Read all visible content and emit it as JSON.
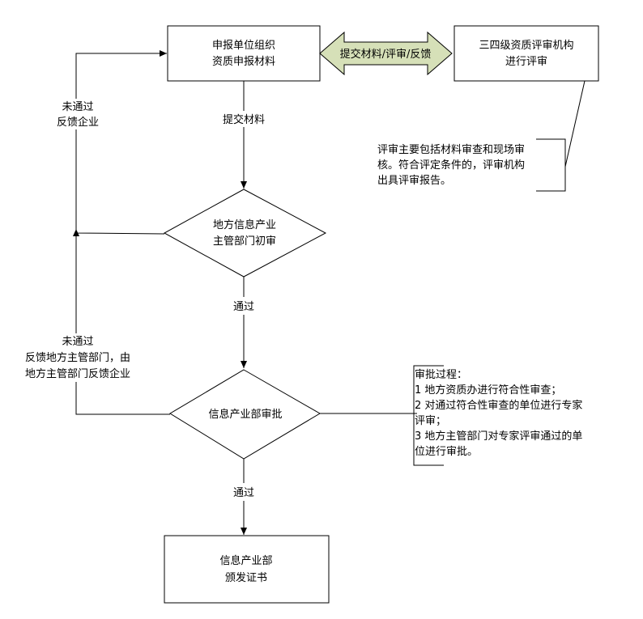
{
  "nodes": {
    "apply_box": {
      "lines": [
        "申报单位组织",
        "资质申报材料"
      ]
    },
    "review_box": {
      "lines": [
        "三四级资质评审机构",
        "进行评审"
      ]
    },
    "exchange_arrow": {
      "label": "提交材料/评审/反馈"
    },
    "local_review": {
      "lines": [
        "地方信息产业",
        "主管部门初审"
      ]
    },
    "ministry_approval": {
      "lines": [
        "信息产业部审批"
      ]
    },
    "certificate_box": {
      "lines": [
        "信息产业部",
        "颁发证书"
      ]
    }
  },
  "edge_labels": {
    "submit": "提交材料",
    "pass1": "通过",
    "pass2": "通过",
    "fail1": [
      "未通过",
      "反馈企业"
    ],
    "fail2": [
      "未通过",
      "反馈地方主管部门，由",
      "地方主管部门反馈企业"
    ]
  },
  "notes": {
    "review_note": [
      "评审主要包括材料审查和现场审",
      "核。符合评定条件的，评审机构",
      "出具评审报告。"
    ],
    "approval_note": [
      "审批过程：",
      "1 地方资质办进行符合性审查；",
      "2 对通过符合性审查的单位进行专家",
      "评审；",
      "3 地方主管部门对专家评审通过的单",
      "位进行审批。"
    ]
  },
  "colors": {
    "line": "#000000",
    "arrow_fill": "#d6e0b8",
    "background": "#ffffff"
  }
}
